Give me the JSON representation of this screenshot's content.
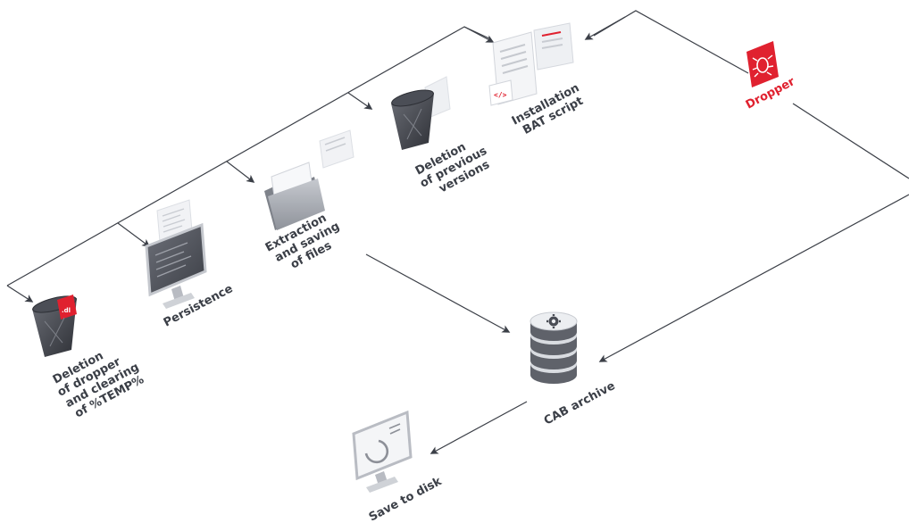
{
  "nodes": {
    "dropper": {
      "label": [
        "Dropper"
      ],
      "icon": "bug-icon"
    },
    "installation_bat_script": {
      "label": [
        "Installation",
        "BAT script"
      ],
      "icon": "script-document-icon"
    },
    "deletion_previous_versions": {
      "label": [
        "Deletion",
        "of previous",
        "versions"
      ],
      "icon": "trash-bin-icon"
    },
    "extraction_saving_files": {
      "label": [
        "Extraction",
        "and saving",
        "of files"
      ],
      "icon": "folder-icon"
    },
    "persistence": {
      "label": [
        "Persistence"
      ],
      "icon": "monitor-code-icon"
    },
    "deletion_dropper_temp": {
      "label": [
        "Deletion",
        "of dropper",
        "and clearing",
        "of %TEMP%"
      ],
      "icon": "trash-bin-dll-icon"
    },
    "cab_archive": {
      "label": [
        "CAB archive"
      ],
      "icon": "database-gear-icon"
    },
    "save_to_disk": {
      "label": [
        "Save to disk"
      ],
      "icon": "monitor-disk-icon"
    }
  },
  "colors": {
    "accent": "#e0212f",
    "line": "#3b3f47",
    "label": "#3b3f47",
    "icon_dark": "#4a4d55",
    "icon_light": "#e6e8ec"
  }
}
